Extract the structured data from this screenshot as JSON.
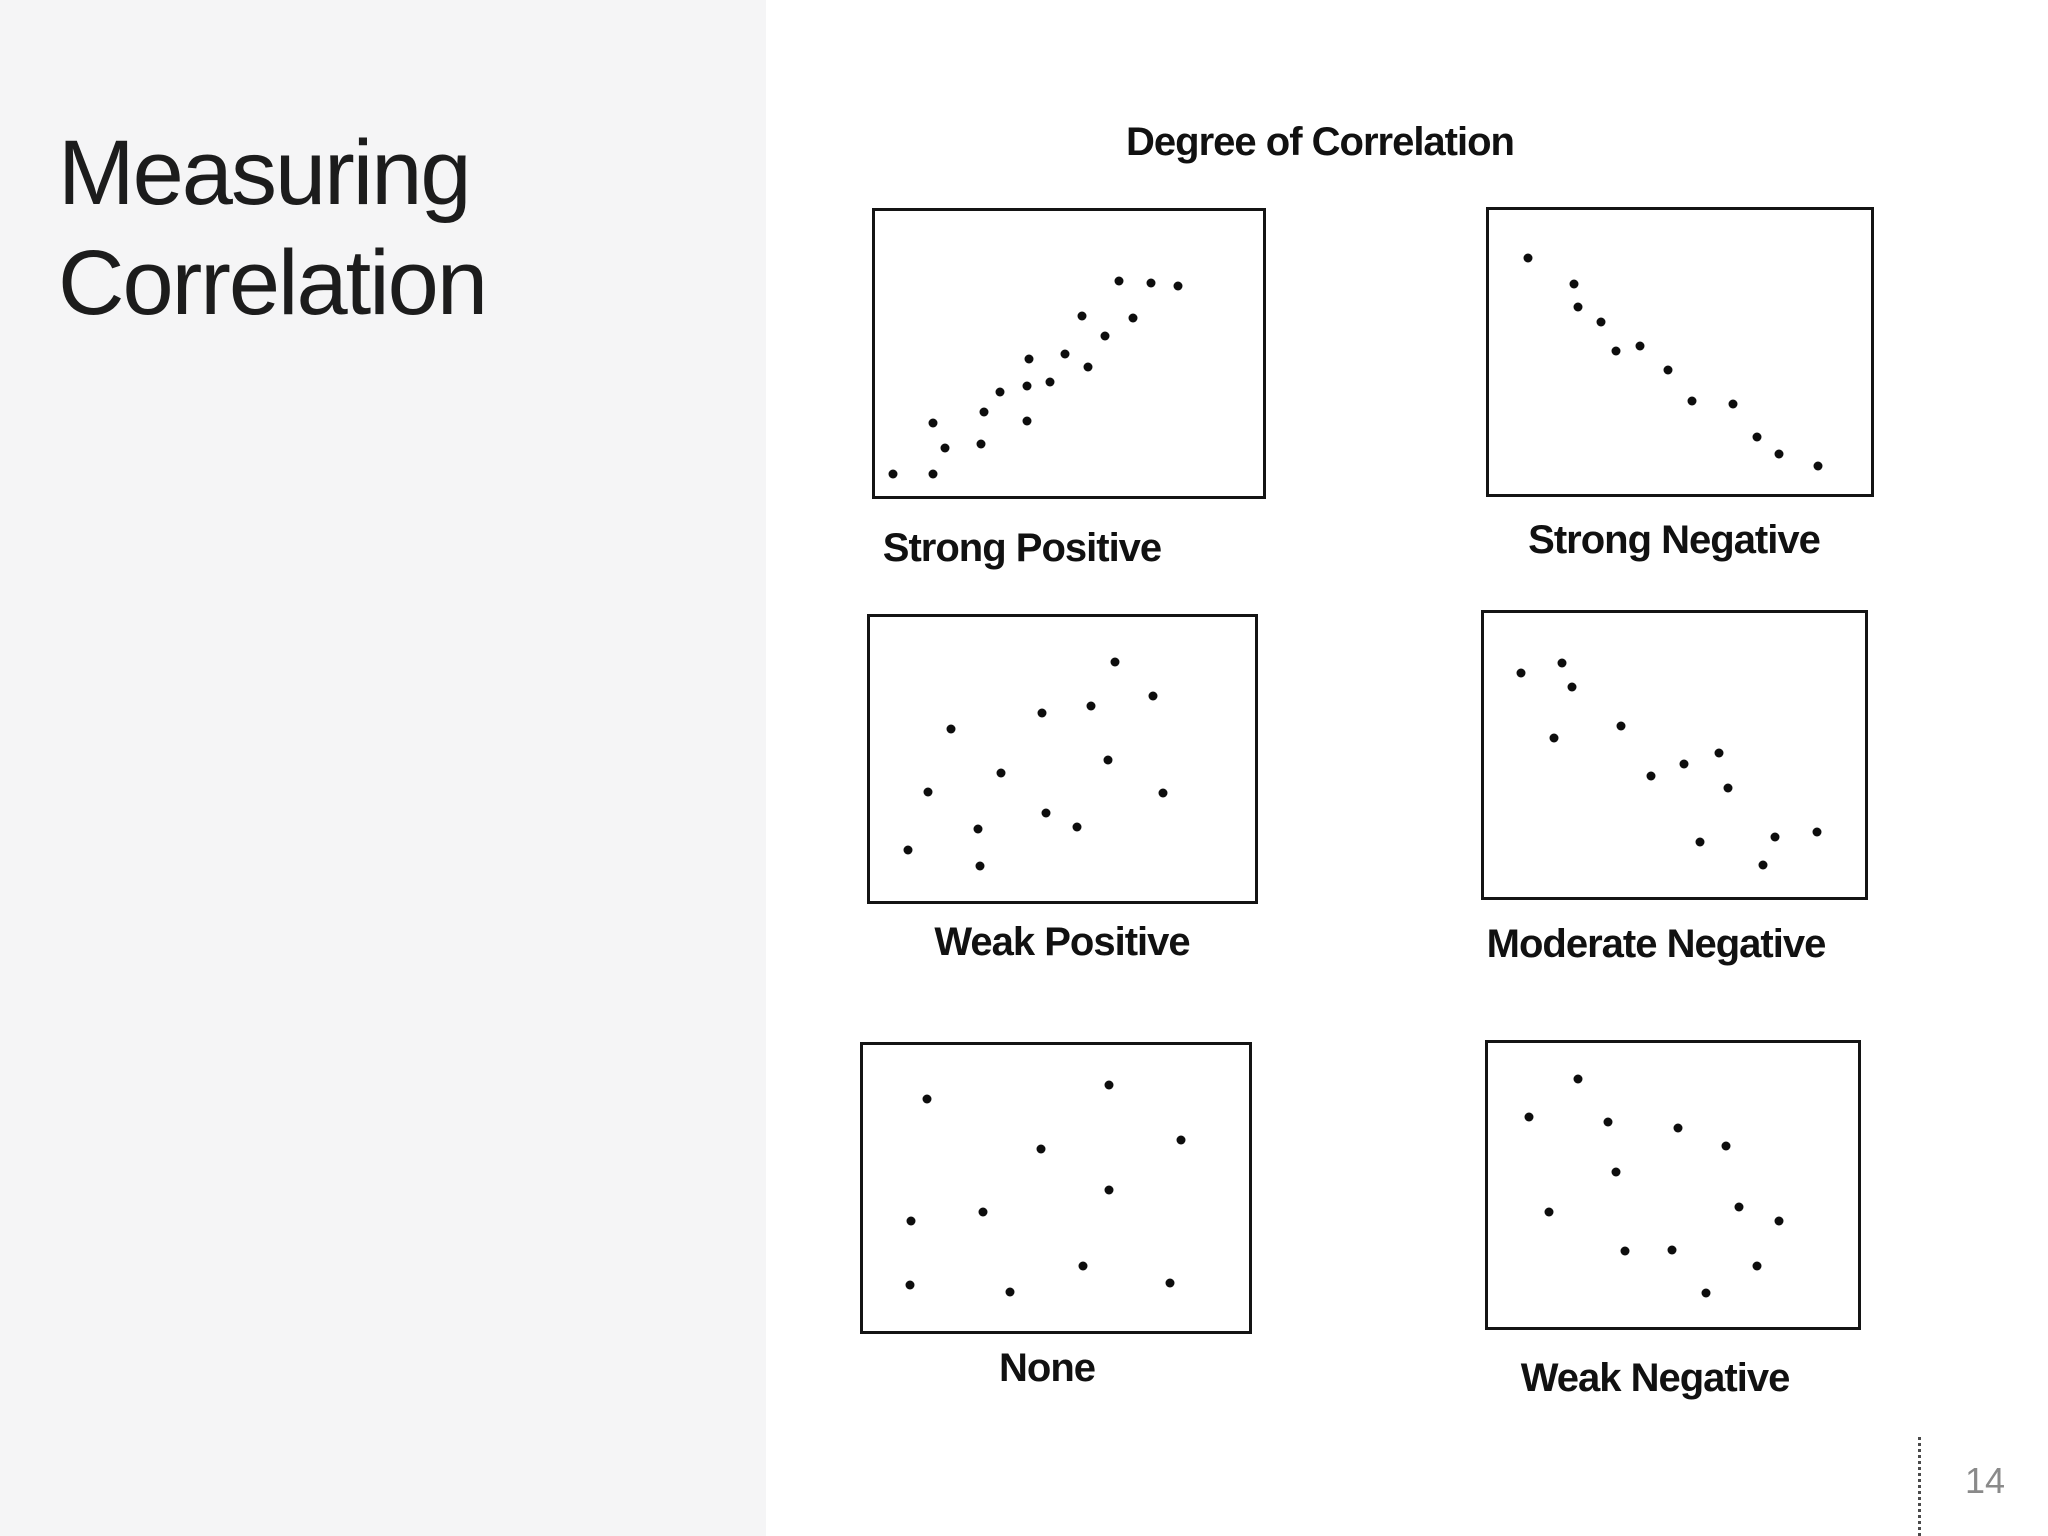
{
  "slide": {
    "title": "Measuring Correlation",
    "page_number": "14"
  },
  "figure": {
    "heading": "Degree of Correlation"
  },
  "colors": {
    "panel_bg": "#f5f5f6",
    "point": "#0d0d0d",
    "plot_border": "#141414",
    "label_text": "#111111",
    "title_text": "#1c1c1c",
    "page_number": "#8a8a8a",
    "separator": "#4a4a4a"
  },
  "chart_data": [
    {
      "type": "scatter",
      "title": "Strong Positive",
      "x_range": [
        0,
        100
      ],
      "y_range": [
        0,
        100
      ],
      "grid": false,
      "axes_shown": false,
      "legend": "none",
      "points": [
        [
          4.6,
          7.8
        ],
        [
          14.9,
          7.8
        ],
        [
          18.1,
          17.0
        ],
        [
          14.9,
          25.5
        ],
        [
          27.2,
          18.2
        ],
        [
          28.2,
          29.3
        ],
        [
          32.2,
          36.6
        ],
        [
          39.2,
          26.4
        ],
        [
          39.2,
          38.7
        ],
        [
          39.8,
          48.0
        ],
        [
          45.1,
          39.9
        ],
        [
          48.9,
          49.8
        ],
        [
          53.3,
          63.2
        ],
        [
          54.8,
          45.2
        ],
        [
          59.4,
          56.1
        ],
        [
          63.0,
          75.6
        ],
        [
          66.4,
          62.4
        ],
        [
          71.2,
          74.7
        ],
        [
          78.2,
          73.6
        ]
      ]
    },
    {
      "type": "scatter",
      "title": "Strong Negative",
      "x_range": [
        0,
        100
      ],
      "y_range": [
        0,
        100
      ],
      "grid": false,
      "axes_shown": false,
      "legend": "none",
      "points": [
        [
          10.1,
          83.1
        ],
        [
          22.2,
          73.9
        ],
        [
          23.2,
          65.9
        ],
        [
          29.2,
          60.6
        ],
        [
          33.2,
          50.2
        ],
        [
          39.6,
          52.1
        ],
        [
          46.9,
          43.7
        ],
        [
          53.2,
          32.8
        ],
        [
          63.8,
          31.8
        ],
        [
          70.2,
          19.9
        ],
        [
          76.0,
          14.1
        ],
        [
          86.2,
          10.0
        ]
      ]
    },
    {
      "type": "scatter",
      "title": "Weak Positive",
      "x_range": [
        0,
        100
      ],
      "y_range": [
        0,
        100
      ],
      "grid": false,
      "axes_shown": false,
      "legend": "none",
      "points": [
        [
          63.7,
          84.3
        ],
        [
          73.6,
          72.2
        ],
        [
          57.4,
          68.5
        ],
        [
          44.8,
          66.1
        ],
        [
          21.1,
          60.7
        ],
        [
          61.8,
          49.8
        ],
        [
          34.1,
          45.2
        ],
        [
          15.1,
          38.3
        ],
        [
          76.1,
          37.9
        ],
        [
          45.6,
          31.1
        ],
        [
          53.7,
          25.9
        ],
        [
          28.0,
          25.4
        ],
        [
          9.8,
          17.9
        ],
        [
          28.7,
          12.4
        ]
      ]
    },
    {
      "type": "scatter",
      "title": "Moderate Negative",
      "x_range": [
        0,
        100
      ],
      "y_range": [
        0,
        100
      ],
      "grid": false,
      "axes_shown": false,
      "legend": "none",
      "points": [
        [
          9.6,
          78.7
        ],
        [
          20.4,
          82.5
        ],
        [
          23.2,
          74.1
        ],
        [
          18.3,
          56.0
        ],
        [
          35.9,
          60.1
        ],
        [
          43.9,
          42.5
        ],
        [
          52.6,
          46.9
        ],
        [
          61.7,
          50.8
        ],
        [
          64.1,
          38.5
        ],
        [
          56.8,
          19.5
        ],
        [
          76.5,
          21.3
        ],
        [
          87.5,
          23.0
        ],
        [
          73.1,
          11.1
        ]
      ]
    },
    {
      "type": "scatter",
      "title": "None",
      "x_range": [
        0,
        100
      ],
      "y_range": [
        0,
        100
      ],
      "grid": false,
      "axes_shown": false,
      "legend": "none",
      "points": [
        [
          16.7,
          81.2
        ],
        [
          63.7,
          86.1
        ],
        [
          46.1,
          63.7
        ],
        [
          82.4,
          66.9
        ],
        [
          63.7,
          49.3
        ],
        [
          31.0,
          41.5
        ],
        [
          12.5,
          38.4
        ],
        [
          56.9,
          22.8
        ],
        [
          12.1,
          16.0
        ],
        [
          38.0,
          13.7
        ],
        [
          79.6,
          16.8
        ]
      ]
    },
    {
      "type": "scatter",
      "title": "Weak Negative",
      "x_range": [
        0,
        100
      ],
      "y_range": [
        0,
        100
      ],
      "grid": false,
      "axes_shown": false,
      "legend": "none",
      "points": [
        [
          24.4,
          87.4
        ],
        [
          11.1,
          73.9
        ],
        [
          32.4,
          72.2
        ],
        [
          51.4,
          70.1
        ],
        [
          64.3,
          63.8
        ],
        [
          34.6,
          54.6
        ],
        [
          16.4,
          40.5
        ],
        [
          67.8,
          42.3
        ],
        [
          78.7,
          37.4
        ],
        [
          37.1,
          26.8
        ],
        [
          49.8,
          27.0
        ],
        [
          72.7,
          21.6
        ],
        [
          59.0,
          12.1
        ]
      ]
    }
  ]
}
